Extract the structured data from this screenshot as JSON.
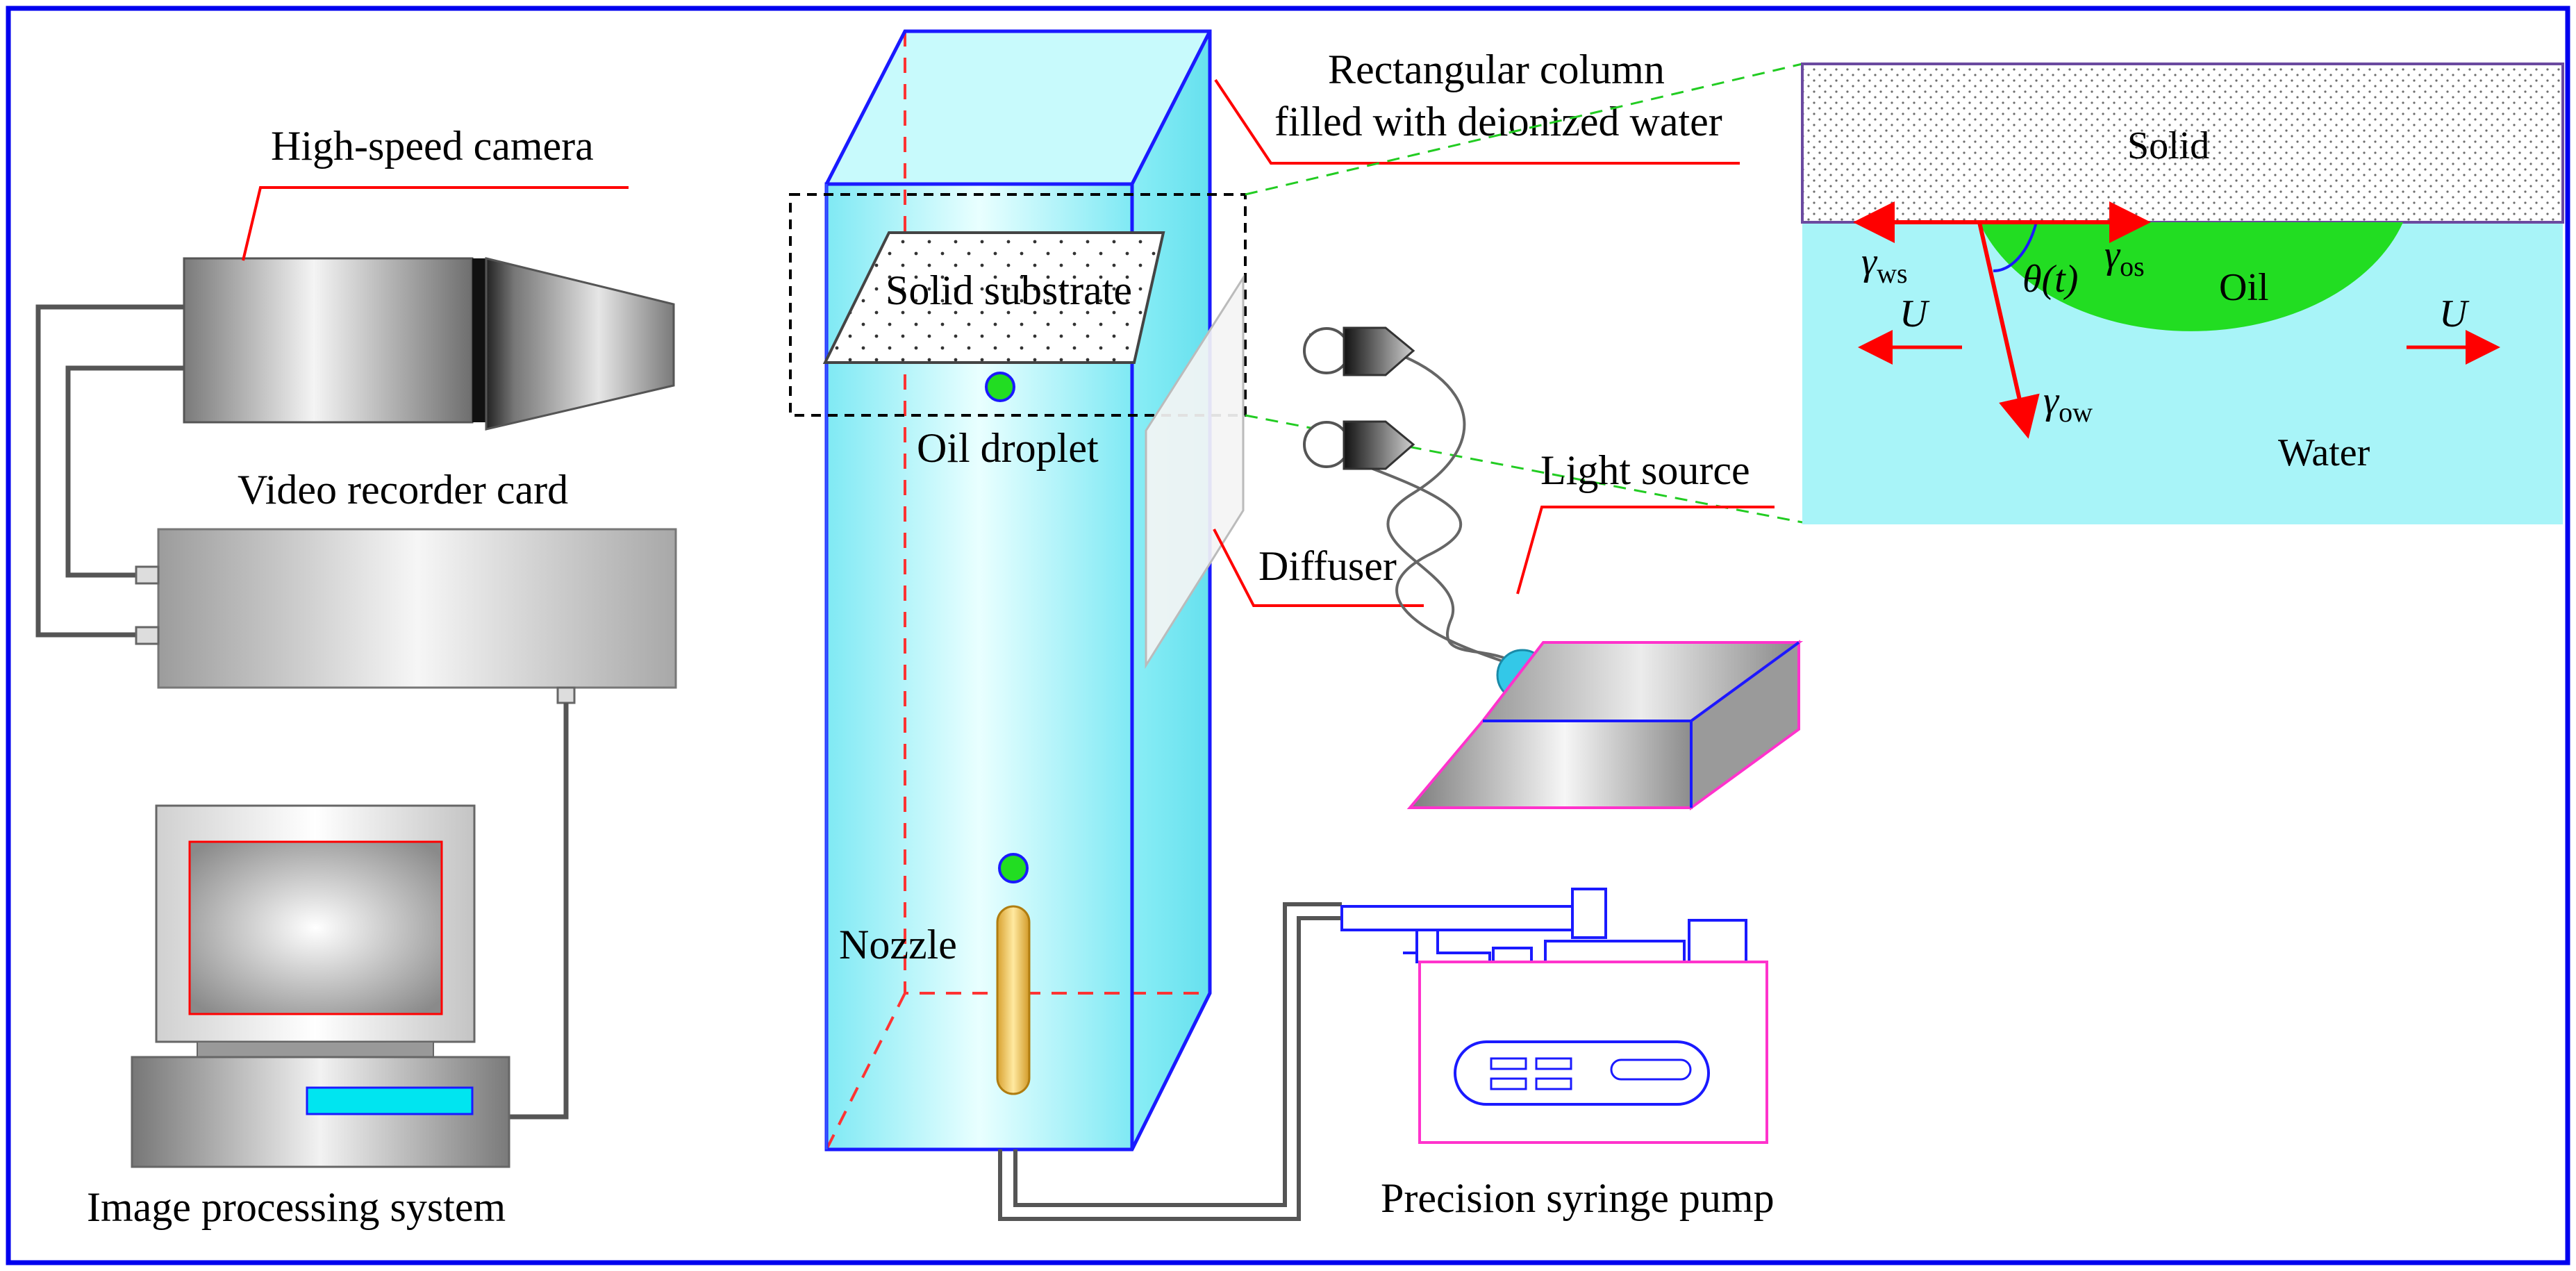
{
  "labels": {
    "camera": "High-speed camera",
    "recorder": "Video recorder card",
    "computer": "Image processing system",
    "column_line1": "Rectangular column",
    "column_line2": "filled with deionized water",
    "substrate": "Solid substrate",
    "droplet": "Oil droplet",
    "diffuser": "Diffuser",
    "light_source": "Light source",
    "nozzle": "Nozzle",
    "pump": "Precision syringe pump"
  },
  "inset": {
    "solid": "Solid",
    "oil": "Oil",
    "water": "Water",
    "gamma_ws": "γ",
    "gamma_ws_sub": "ws",
    "gamma_os": "γ",
    "gamma_os_sub": "os",
    "gamma_ow": "γ",
    "gamma_ow_sub": "ow",
    "theta": "θ(t)",
    "u_left": "U",
    "u_right": "U"
  },
  "colors": {
    "frame": "#0000ee",
    "leader": "#ff0000",
    "water": "#a8f4f8",
    "oil": "#22dd22",
    "column_edge": "#1a1aff",
    "pump_outline": "#ff33cc"
  }
}
